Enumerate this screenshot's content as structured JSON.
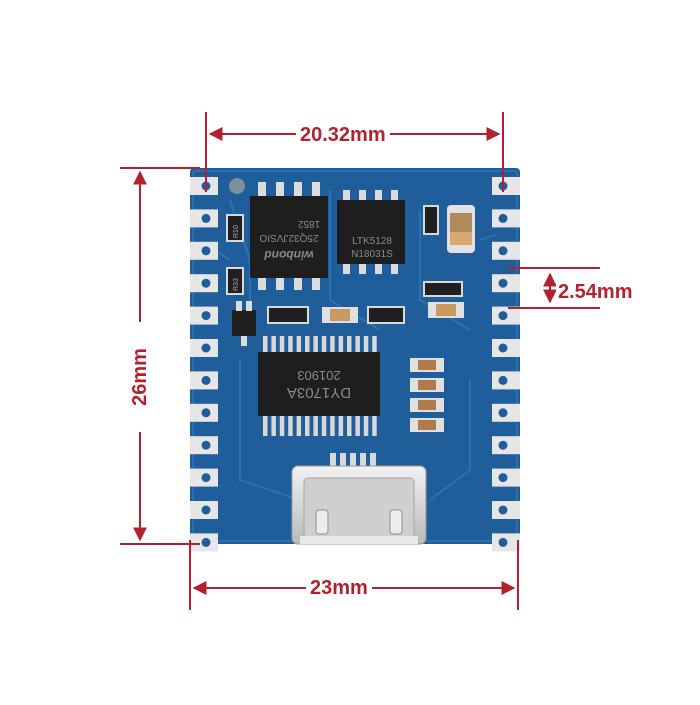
{
  "dimensions": {
    "pin_span": "20.32mm",
    "board_width": "23mm",
    "board_height": "26mm",
    "pin_pitch": "2.54mm"
  },
  "chips": {
    "flash_brand": "winbond",
    "flash_part": "25Q32JVSIO",
    "flash_code": "1852",
    "amp_part": "LTK5128",
    "amp_code": "N18031S",
    "main_part": "DY1703A",
    "main_code": "201903",
    "small_label_1": "R10",
    "small_label_2": "R33"
  },
  "colors": {
    "dimension_red": "#b3222c",
    "board_blue": "#1f5e9a",
    "pad_silver": "#e6e6e6",
    "chip_black": "#1e1e1e"
  }
}
